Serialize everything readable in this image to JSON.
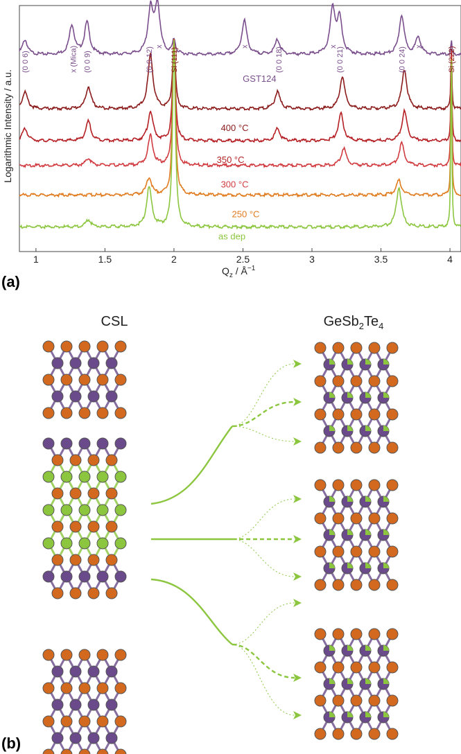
{
  "panels": {
    "a": "(a)",
    "b": "(b)"
  },
  "colors": {
    "purple": "#7a4e8c",
    "darkred": "#8b1a1a",
    "red": "#b51f24",
    "lightred": "#d13b3f",
    "orange": "#e07b1e",
    "green": "#8cc63f",
    "atom_orange": "#d2691e",
    "atom_purple": "#6a4a8a",
    "atom_green": "#8cc63f"
  },
  "chart_data": {
    "type": "line",
    "xlabel": "Q",
    "xlabel_sub": "z",
    "xlabel_unit": "/ Å",
    "xlabel_sup": "−1",
    "ylabel": "Logarithmic Intensity / a.u.",
    "xlim": [
      0.88,
      4.08
    ],
    "ticks": [
      {
        "value": 1,
        "label": "1"
      },
      {
        "value": 1.5,
        "label": "1.5"
      },
      {
        "value": 2,
        "label": "2"
      },
      {
        "value": 2.5,
        "label": "2.5"
      },
      {
        "value": 3,
        "label": "3"
      },
      {
        "value": 3.5,
        "label": "3.5"
      },
      {
        "value": 4,
        "label": "4"
      }
    ],
    "series": [
      {
        "name": "GST124",
        "color": "#7a4e8c",
        "baseline": 0.8,
        "peaks": [
          [
            0.92,
            0.06
          ],
          [
            1.26,
            0.12
          ],
          [
            1.37,
            0.13
          ],
          [
            1.83,
            0.18
          ],
          [
            1.88,
            0.2
          ],
          [
            2.51,
            0.14
          ],
          [
            2.75,
            0.06
          ],
          [
            3.15,
            0.18
          ],
          [
            3.2,
            0.14
          ],
          [
            3.65,
            0.16
          ],
          [
            3.77,
            0.07
          ]
        ]
      },
      {
        "name": "400 °C",
        "color": "#8b1a1a",
        "baseline": 0.58,
        "peaks": [
          [
            0.92,
            0.07
          ],
          [
            1.38,
            0.09
          ],
          [
            1.83,
            0.22
          ],
          [
            2.75,
            0.07
          ],
          [
            3.22,
            0.13
          ],
          [
            3.67,
            0.16
          ]
        ]
      },
      {
        "name": "350 °C",
        "color": "#b51f24",
        "baseline": 0.45,
        "peaks": [
          [
            0.92,
            0.05
          ],
          [
            1.38,
            0.08
          ],
          [
            1.83,
            0.12
          ],
          [
            2.75,
            0.05
          ],
          [
            3.21,
            0.11
          ],
          [
            3.67,
            0.12
          ]
        ]
      },
      {
        "name": "300 °C",
        "color": "#d13b3f",
        "baseline": 0.35,
        "peaks": [
          [
            1.38,
            0.03
          ],
          [
            1.83,
            0.12
          ],
          [
            3.23,
            0.07
          ],
          [
            3.65,
            0.09
          ]
        ]
      },
      {
        "name": "250 °C",
        "color": "#e07b1e",
        "baseline": 0.23,
        "peaks": [
          [
            1.82,
            0.07
          ],
          [
            3.63,
            0.06
          ]
        ]
      },
      {
        "name": "as dep",
        "color": "#8cc63f",
        "baseline": 0.1,
        "peaks": [
          [
            1.38,
            0.03
          ],
          [
            1.82,
            0.16
          ],
          [
            3.63,
            0.16
          ]
        ]
      }
    ],
    "peak_labels": [
      {
        "text": "(0 0 6)",
        "x": 0.92,
        "color": "#7a4e8c"
      },
      {
        "text": "x (Mica)",
        "x": 1.27,
        "color": "#7a4e8c"
      },
      {
        "text": "(0 0 9)",
        "x": 1.37,
        "color": "#7a4e8c"
      },
      {
        "text": "(0 0 12)",
        "x": 1.82,
        "color": "#7a4e8c"
      },
      {
        "text": "x",
        "x": 1.89,
        "color": "#7a4e8c"
      },
      {
        "text": "Si (111)",
        "x": 2.0,
        "color": "#8b1a1a"
      },
      {
        "text": "x",
        "x": 2.51,
        "color": "#7a4e8c"
      },
      {
        "text": "(0 0 18)",
        "x": 2.76,
        "color": "#7a4e8c"
      },
      {
        "text": "x",
        "x": 3.15,
        "color": "#7a4e8c"
      },
      {
        "text": "(0 0 21)",
        "x": 3.2,
        "color": "#7a4e8c"
      },
      {
        "text": "(0 0 24)",
        "x": 3.65,
        "color": "#7a4e8c"
      },
      {
        "text": "x",
        "x": 3.77,
        "color": "#7a4e8c"
      },
      {
        "text": "Si (222)",
        "x": 4.01,
        "color": "#8b1a1a"
      }
    ]
  },
  "structures": {
    "left_title": "CSL",
    "right_title_main": "GeSb",
    "right_title_sub1": "2",
    "right_title_te": "Te",
    "right_title_sub2": "4"
  }
}
